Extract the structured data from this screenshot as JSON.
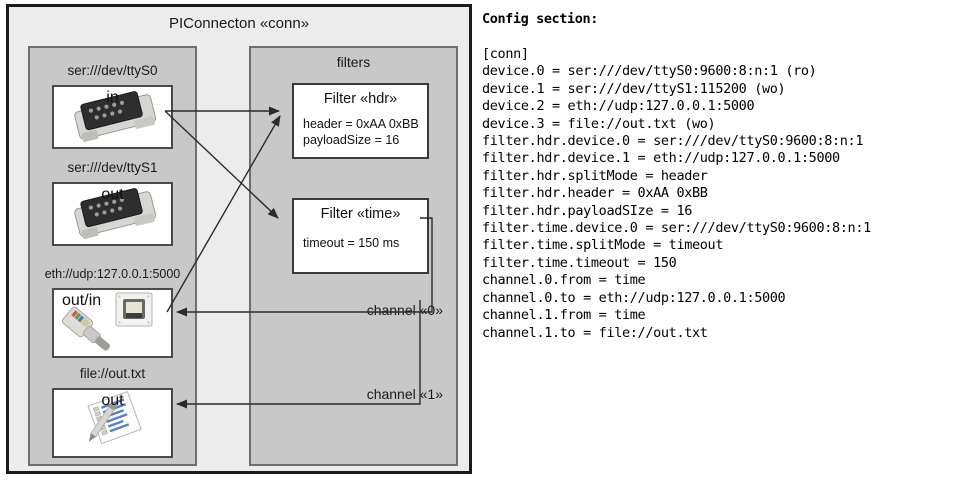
{
  "diagram": {
    "title": "PIConnecton «conn»",
    "devices_panel": {
      "title": "",
      "items": [
        {
          "label": "ser:///dev/ttyS0",
          "io": "in",
          "icon": "serial-db9-icon"
        },
        {
          "label": "ser:///dev/ttyS1",
          "io": "out",
          "icon": "serial-db9-icon"
        },
        {
          "label": "eth://udp:127.0.0.1:5000",
          "io": "out/in",
          "icon": "ethernet-rj45-icon"
        },
        {
          "label": "file://out.txt",
          "io": "out",
          "icon": "text-file-icon"
        }
      ]
    },
    "filters_panel": {
      "title": "filters",
      "filters": [
        {
          "title": "Filter «hdr»",
          "attrs": [
            "header = 0xAA 0xBB",
            "payloadSize = 16"
          ]
        },
        {
          "title": "Filter «time»",
          "attrs": [
            "timeout = 150 ms"
          ]
        }
      ],
      "channels": [
        {
          "label": "channel «0»"
        },
        {
          "label": "channel «1»"
        }
      ]
    },
    "colors": {
      "outer_bg": "#ececec",
      "panel_bg": "#c8c8c8",
      "panel_border": "#6e6e6e",
      "box_bg": "#ffffff",
      "frame_border": "#1a1a1a",
      "wire": "#2b2b2b"
    }
  },
  "config": {
    "heading": "Config section:",
    "lines": [
      "[conn]",
      "device.0 = ser:///dev/ttyS0:9600:8:n:1 (ro)",
      "device.1 = ser:///dev/ttyS1:115200 (wo)",
      "device.2 = eth://udp:127.0.0.1:5000",
      "device.3 = file://out.txt (wo)",
      "filter.hdr.device.0 = ser:///dev/ttyS0:9600:8:n:1",
      "filter.hdr.device.1 = eth://udp:127.0.0.1:5000",
      "filter.hdr.splitMode = header",
      "filter.hdr.header = 0xAA 0xBB",
      "filter.hdr.payloadSIze = 16",
      "filter.time.device.0 = ser:///dev/ttyS0:9600:8:n:1",
      "filter.time.splitMode = timeout",
      "filter.time.timeout = 150",
      "channel.0.from = time",
      "channel.0.to = eth://udp:127.0.0.1:5000",
      "channel.1.from = time",
      "channel.1.to = file://out.txt"
    ]
  }
}
